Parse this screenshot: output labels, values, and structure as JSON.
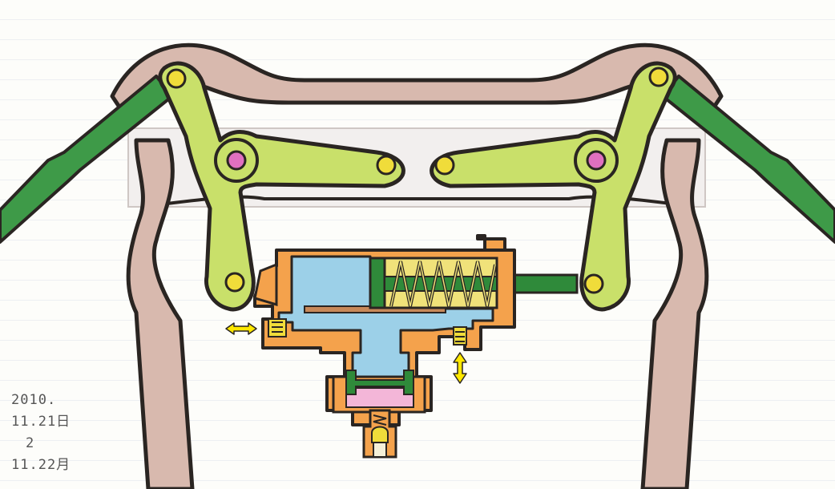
{
  "note": {
    "lines": [
      "2010.",
      "11.21日",
      "2",
      "11.22月"
    ]
  },
  "colors": {
    "frame_fill": "#d8b9ae",
    "frame_stroke": "#2a2522",
    "lever_fill": "#c9e06a",
    "pivot_center": "#e070c0",
    "pin_fill": "#f0dc3a",
    "rod_fill": "#3e9a48",
    "housing_fill": "#f4a24c",
    "fluid_fill": "#9cd0e8",
    "spring_fill": "#f0e27a",
    "piston_fill": "#2f8a3a",
    "chamber_fill": "#f3b6d8",
    "arrow_fill": "#ffe800"
  },
  "icons": {
    "motion_arrows": [
      "horizontal-double-arrow-icon",
      "vertical-double-arrow-icon"
    ]
  }
}
